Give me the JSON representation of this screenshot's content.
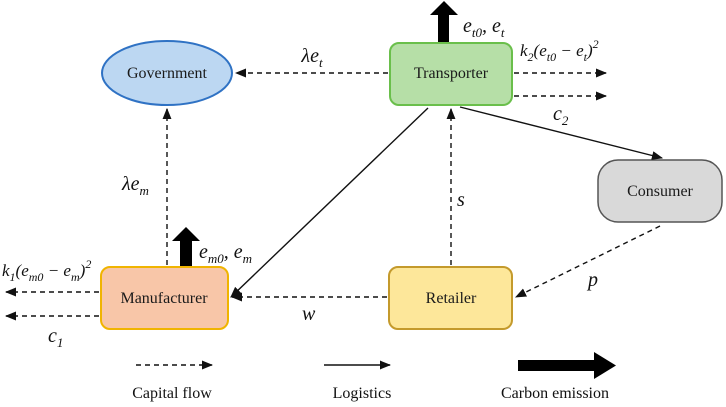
{
  "nodes": {
    "government": {
      "label": "Government",
      "fill": "#bcd7f2",
      "stroke": "#2f72c4"
    },
    "transporter": {
      "label": "Transporter",
      "fill": "#b6dfa7",
      "stroke": "#6abf4b"
    },
    "consumer": {
      "label": "Consumer",
      "fill": "#d9d9d9",
      "stroke": "#555555"
    },
    "manufacturer": {
      "label": "Manufacturer",
      "fill": "#f8c6a8",
      "stroke": "#f0b400"
    },
    "retailer": {
      "label": "Retailer",
      "fill": "#fde79a",
      "stroke": "#c49a2c"
    }
  },
  "edge_labels": {
    "transporter_to_government": "λe_t",
    "transporter_emission": "e_t0, e_t",
    "transporter_cost_1": "k_2(e_t0 − e_t)^2",
    "transporter_cost_2": "c_2",
    "manufacturer_to_government": "λe_m",
    "manufacturer_emission": "e_m0, e_m",
    "manufacturer_cost_1": "k_1(e_m0 − e_m)^2",
    "manufacturer_cost_2": "c_1",
    "retailer_to_transporter": "s",
    "retailer_to_manufacturer": "w",
    "consumer_to_retailer": "p"
  },
  "legend": {
    "capital_flow": "Capital flow",
    "logistics": "Logistics",
    "carbon_emission": "Carbon emission"
  }
}
